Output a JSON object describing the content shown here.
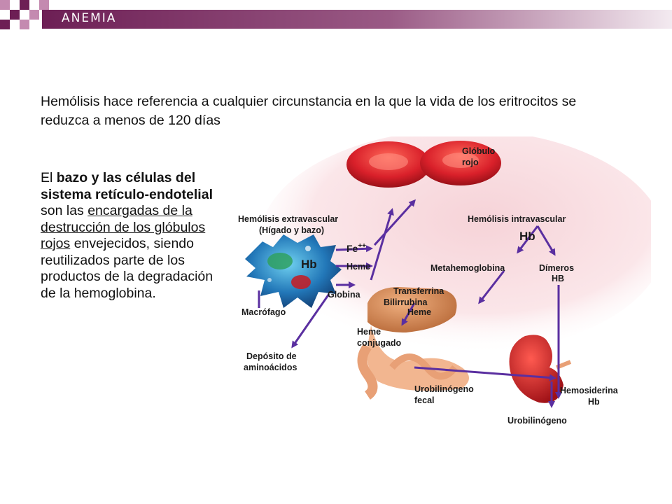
{
  "header": {
    "title": "ANEMIA",
    "colors": {
      "bar_start": "#6d1f55",
      "bar_end": "#f1e6ee",
      "square_dark": "#6d1f55",
      "square_light": "#c48ab0"
    }
  },
  "intro": {
    "text": "Hemólisis hace referencia a cualquier circunstancia en la que la vida de los eritrocitos se reduzca a menos de 120 días"
  },
  "body": {
    "p1": "El ",
    "b1": "bazo y las células del sistema retículo-endotelial",
    "p2": " son las ",
    "u1": "encargadas de la destrucción de los glóbulos rojos",
    "p3": " envejecidos, siendo reutilizados parte de los productos de la degradación de la hemoglobina."
  },
  "diagram": {
    "globulo_rojo_1": "Glóbulo",
    "globulo_rojo_2": "rojo",
    "hem_extra_1": "Hemólisis extravascular",
    "hem_extra_2": "(Hígado y bazo)",
    "hem_intra": "Hemólisis intravascular",
    "hb_top": "Hb",
    "fe": "Fe",
    "fe_sup": "++",
    "hb_macrofago": "Hb",
    "heme": "Heme",
    "globina": "Globina",
    "macrofago": "Macrófago",
    "metahemoglobina": "Metahemoglobina",
    "dimeros_1": "Dímeros",
    "dimeros_2": "HB",
    "transferrina": "Transferrina",
    "bilirrubina": "Bilirrubina",
    "heme2": "Heme",
    "heme_conj_1": "Heme",
    "heme_conj_2": "conjugado",
    "deposito_1": "Depósito de",
    "deposito_2": "aminoácidos",
    "urob_fecal_1": "Urobilinógeno",
    "urob_fecal_2": "fecal",
    "hemosiderina_1": "Hemosiderina",
    "hemosiderina_2": "Hb",
    "urobilinogeno": "Urobilinógeno"
  }
}
